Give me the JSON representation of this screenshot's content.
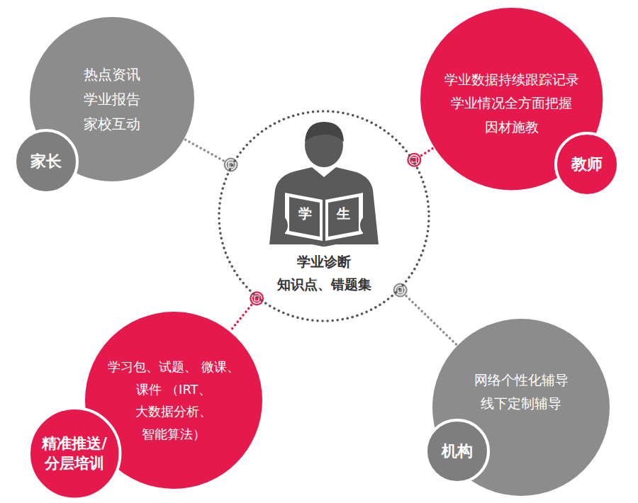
{
  "diagram": {
    "nodes": [
      {
        "text": [
          "热点资讯 学业报告 家校互动"
        ]
      },
      {
        "text": [
          "家长"
        ]
      },
      {
        "text": [
          "学业数据持续跟踪记录 学业情况全方面把握 因材施教"
        ]
      },
      {
        "text": [
          "教师"
        ]
      },
      {
        "text": [
          "学业诊断",
          "知识点、错题集"
        ]
      },
      {
        "text": [
          "学习包、试题、 微课、课件 （IRT、大数据分析、 智能算法）"
        ]
      },
      {
        "text": [
          "精准推送/ 分层培训"
        ]
      },
      {
        "text": [
          "网络个性化辅导 线下定制辅导"
        ]
      },
      {
        "text": [
          "机构"
        ]
      }
    ],
    "edges": [
      {
        "from": 4,
        "to": 0,
        "arrow": "none"
      },
      {
        "from": 4,
        "to": 2,
        "arrow": "none"
      },
      {
        "from": 4,
        "to": 5,
        "arrow": "none"
      },
      {
        "from": 4,
        "to": 7,
        "arrow": "none"
      }
    ],
    "labels": [
      "学",
      "生"
    ]
  }
}
